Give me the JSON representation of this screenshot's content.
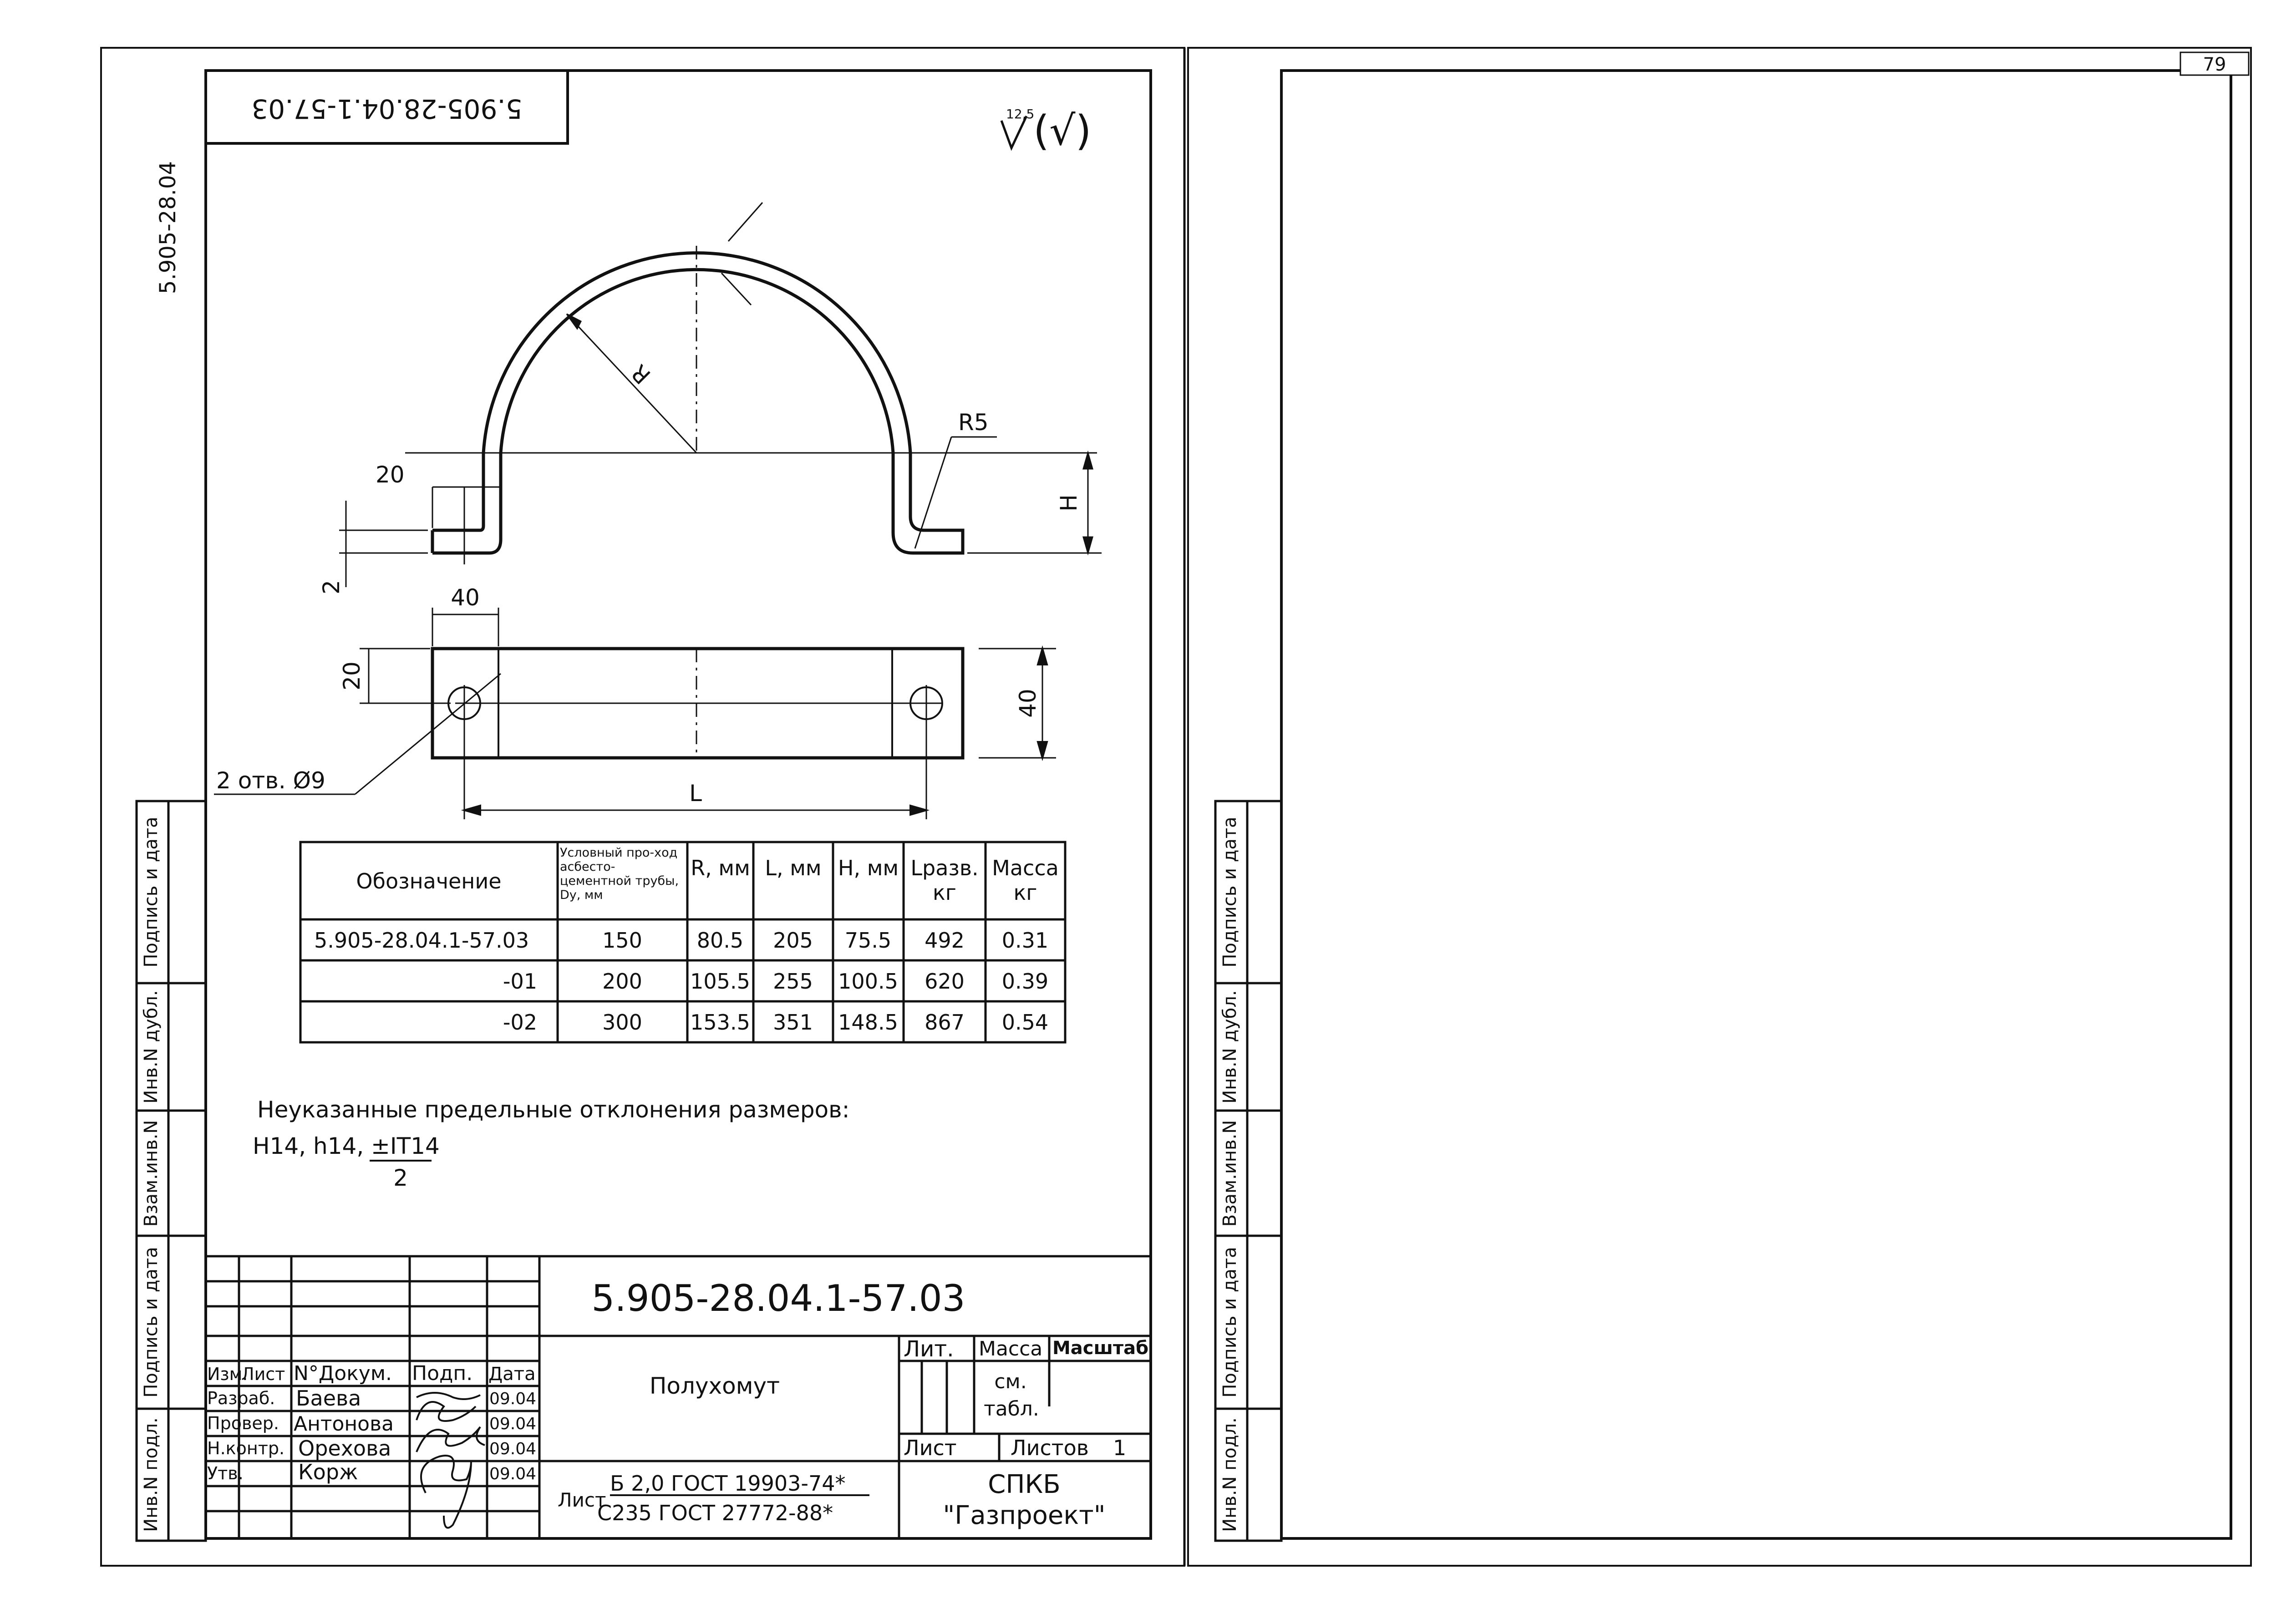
{
  "sheet_number": "79",
  "top_stamp": "5.905-28.04.1-57.03",
  "left_margin_code": "5.905-28.04",
  "roughness": {
    "general": "12,5",
    "other": "(√)"
  },
  "dimensions": {
    "R": "R",
    "R5": "R5",
    "H": "H",
    "dim20a": "20",
    "dim2": "2",
    "dim40a": "40",
    "dim20b": "20",
    "dim40b": "40",
    "L": "L"
  },
  "holes_note": "2 отв. Ø9",
  "table": {
    "headers": [
      "Обозначение",
      "Условный про-ход асбесто-цементной трубы, Dy, мм",
      "R, мм",
      "L, мм",
      "H, мм",
      "Lразв. кг",
      "Масса кг"
    ],
    "rows": [
      [
        "5.905-28.04.1-57.03",
        "150",
        "80.5",
        "205",
        "75.5",
        "492",
        "0.31"
      ],
      [
        "-01",
        "200",
        "105.5",
        "255",
        "100.5",
        "620",
        "0.39"
      ],
      [
        "-02",
        "300",
        "153.5",
        "351",
        "148.5",
        "867",
        "0.54"
      ]
    ]
  },
  "notes": {
    "line1": "Неуказанные предельные отклонения размеров:",
    "line2": "H14, h14,",
    "numerator": "±IT14",
    "denominator": "2"
  },
  "side_stamp_labels": [
    "Инв.N подл.",
    "Подпись и дата",
    "Взам.инв.N",
    "Инв.N дубл.",
    "Подпись и дата"
  ],
  "title_block": {
    "doc_code": "5.905-28.04.1-57.03",
    "name": "Полухомут",
    "col_headers": [
      "Изм.",
      "Лист",
      "N°Докум.",
      "Подп.",
      "Дата"
    ],
    "staff": [
      {
        "role": "Разраб.",
        "name": "Баева",
        "date": "09.04"
      },
      {
        "role": "Провер.",
        "name": "Антонова",
        "date": "09.04"
      },
      {
        "role": "Н.контр.",
        "name": "Орехова",
        "date": "09.04"
      },
      {
        "role": "Утв.",
        "name": "Корж",
        "date": "09.04"
      }
    ],
    "lit": "Лит.",
    "mass": "Масса",
    "scale": "Масштаб",
    "mass_value_1": "см.",
    "mass_value_2": "табл.",
    "sheet": "Лист",
    "sheets": "Листов",
    "sheets_count": "1",
    "material_label": "Лист",
    "material_line1": "Б 2,0 ГОСТ 19903-74*",
    "material_line2": "С235 ГОСТ 27772-88*",
    "org_line1": "СПКБ",
    "org_line2": "\"Газпроект\""
  }
}
